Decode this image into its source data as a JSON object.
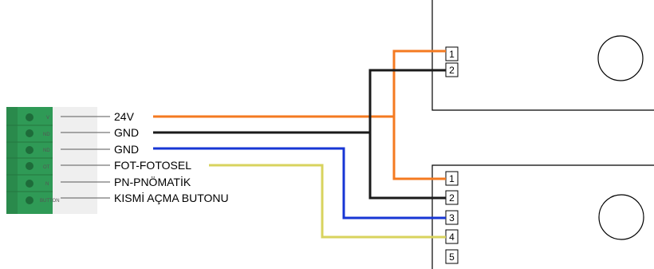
{
  "connector": {
    "pin_labels": [
      "24V",
      "GND",
      "GND",
      "FOT-FOTOSEL",
      "PN-PNÖMATİK",
      "KISMİ AÇMA BUTONU"
    ],
    "stub_texts": [
      "V",
      "ND",
      "ND",
      "OT",
      "N",
      "BUTTON"
    ]
  },
  "device_top": {
    "terminals": [
      "1",
      "2"
    ]
  },
  "device_bottom": {
    "terminals": [
      "1",
      "2",
      "3",
      "4",
      "5"
    ]
  },
  "wire_colors": {
    "orange": "#f47a20",
    "black": "#1a1a1a",
    "blue": "#1736d4",
    "yellow": "#d8d35e"
  }
}
